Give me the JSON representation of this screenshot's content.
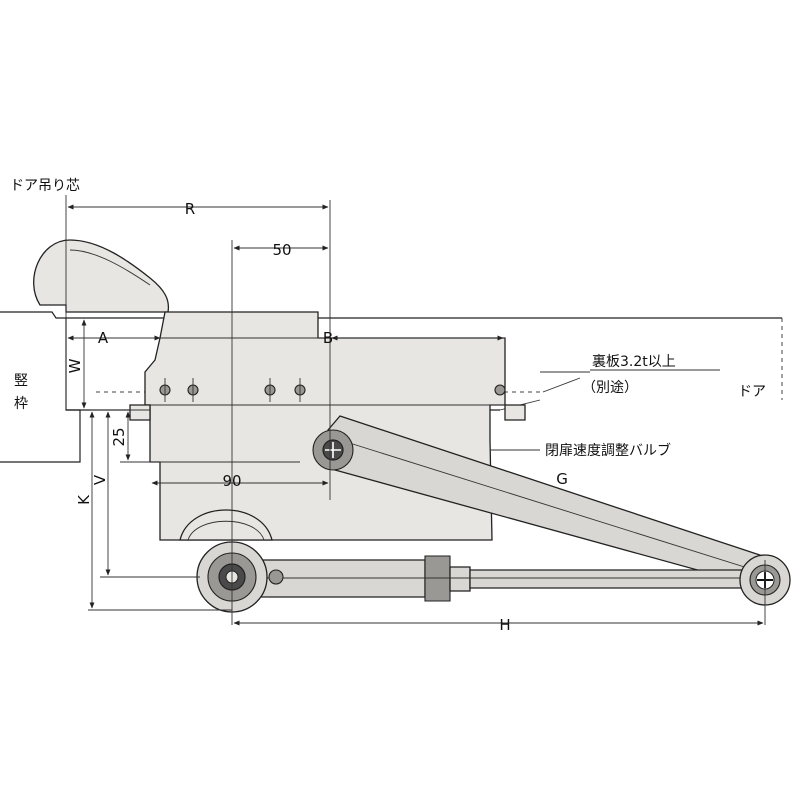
{
  "labels": {
    "pivot": "ドア吊り芯",
    "frame": "竪枠",
    "door": "ドア",
    "backplate_line1": "裏板3.2t以上",
    "backplate_line2": "（別途）",
    "valve": "閉扉速度調整バルブ"
  },
  "dimensions": {
    "R": "R",
    "d50": "50",
    "A": "A",
    "B": "B",
    "W": "W",
    "d25": "25",
    "V": "V",
    "K": "K",
    "d90": "90",
    "G": "G",
    "H": "H"
  }
}
